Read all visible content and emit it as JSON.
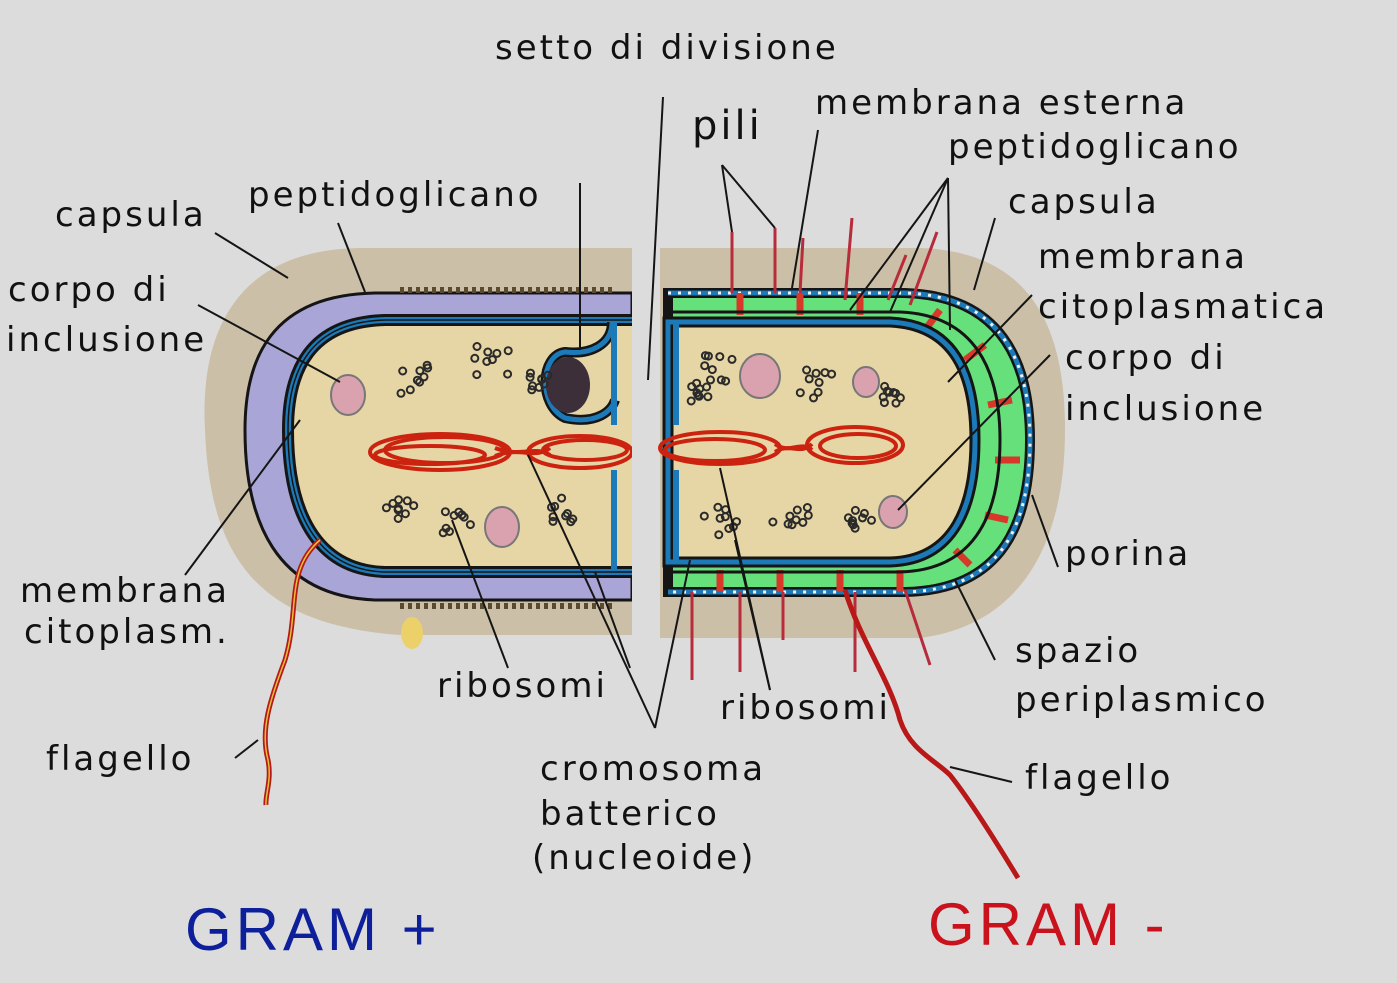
{
  "labels": {
    "setto_divisione": "setto di divisione",
    "pili": "pili",
    "membrana_esterna": "membrana esterna",
    "peptidoglicano_right": "peptidoglicano",
    "capsula_right": "capsula",
    "membrana_citoplasmatica_right_1": "membrana",
    "membrana_citoplasmatica_right_2": "citoplasmatica",
    "corpo_inclusione_right_1": "corpo di",
    "corpo_inclusione_right_2": "inclusione",
    "porina": "porina",
    "spazio_periplasmico_1": "spazio",
    "spazio_periplasmico_2": "periplasmico",
    "flagello_right": "flagello",
    "ribosomi_right": "ribosomi",
    "cromosoma_1": "cromosoma",
    "cromosoma_2": "batterico",
    "cromosoma_3": "(nucleoide)",
    "ribosomi_left": "ribosomi",
    "flagello_left": "flagello",
    "membrana_citoplasm_left_1": "membrana",
    "membrana_citoplasm_left_2": "citoplasm.",
    "corpo_inclusione_left_1": "corpo di",
    "corpo_inclusione_left_2": "inclusione",
    "capsula_left": "capsula",
    "peptidoglicano_left": "peptidoglicano"
  },
  "titles": {
    "gram_positive": "GRAM +",
    "gram_negative": "GRAM -"
  },
  "colors": {
    "background": "#dcdcdc",
    "capsule": "#cbbfa8",
    "peptidoglycan_gram_pos": "#a9a5d6",
    "cytoplasm": "#e6d5a5",
    "membrane": "#1c7ab8",
    "periplasm_gram_neg": "#66e07a",
    "chromosome": "#cc2210",
    "flagellum": "#b81818",
    "gram_positive_text": "#0d1f9a",
    "gram_negative_text": "#c9121c"
  }
}
